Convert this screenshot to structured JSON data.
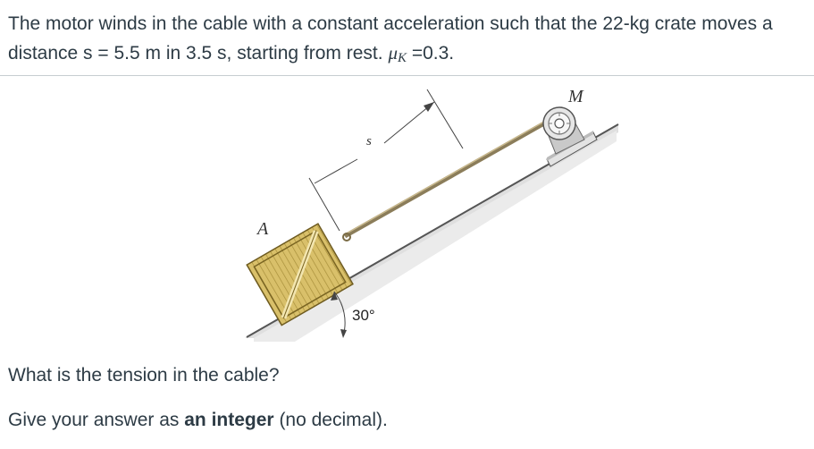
{
  "problem": {
    "line1": "The motor winds in the cable with a constant acceleration such that the 22-kg crate moves a",
    "line2_prefix": "distance s = 5.5 m in 3.5 s, starting from rest.",
    "mu_symbol": "μ",
    "mu_subscript": "K",
    "mu_value": "=0.3."
  },
  "figure": {
    "label_motor": "M",
    "label_crate": "A",
    "label_distance": "s",
    "label_angle": "30°"
  },
  "question": "What is the tension in the cable?",
  "instruction": {
    "prefix": "Give your answer as ",
    "bold": "an integer",
    "suffix": " (no decimal)."
  }
}
